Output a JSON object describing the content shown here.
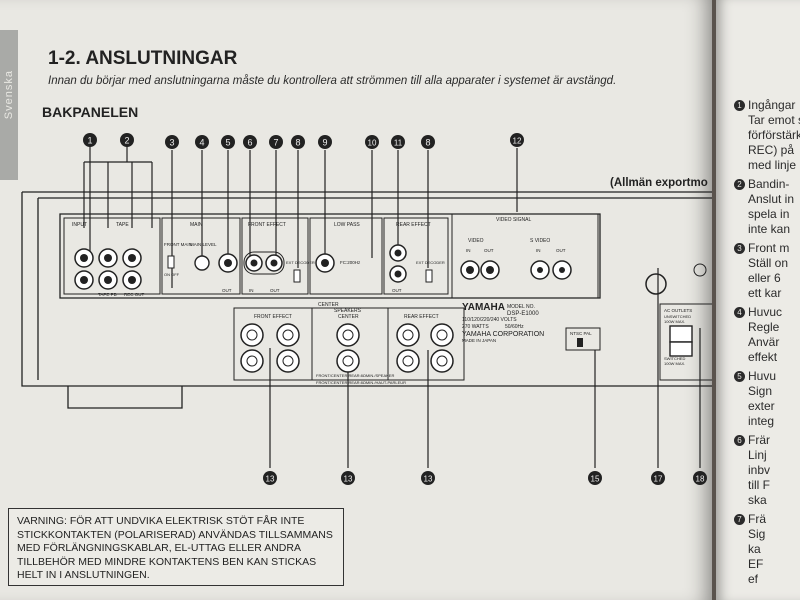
{
  "section_tab": "Svenska",
  "title": "1-2. ANSLUTNINGAR",
  "intro": "Innan du börjar med anslutningarna måste du kontrollera att strömmen till alla apparater i systemet är avstängd.",
  "subheading": "BAKPANELEN",
  "general_export": "(Allmän exportmo",
  "callout_numbers": [
    "1",
    "2",
    "3",
    "4",
    "5",
    "6",
    "7",
    "8",
    "9",
    "10",
    "11",
    "8",
    "12"
  ],
  "bottom_callouts": [
    "13",
    "13",
    "13",
    "15",
    "17",
    "18"
  ],
  "panel": {
    "input": "INPUT",
    "tape": "TAPE",
    "tape_pb": "TAPE PB",
    "rec_out": "REC OUT",
    "main": "MAIN",
    "front_main": "FRONT MAIN",
    "on_off": "ON OFF",
    "main_level": "MAIN LEVEL",
    "front_effect": "FRONT EFFECT",
    "in": "IN",
    "out": "OUT",
    "ext_decoder": "EXT DECODER",
    "low_pass": "LOW PASS",
    "low_pass_freq": "FC:200Hz",
    "center": "CENTER",
    "rear_effect": "REAR EFFECT",
    "video_signal": "VIDEO SIGNAL",
    "video": "VIDEO",
    "s_video": "S VIDEO",
    "speakers": "SPEAKERS",
    "front_effect_sp": "FRONT EFFECT",
    "center_sp": "CENTER",
    "rear_effect_sp": "REAR EFFECT",
    "sp_impedance_1": "FRONT/CENTER:REAR:8ΩMIN./SPEAKER",
    "sp_impedance_2": "FRONT/CENTER:REAR:8ΩMIN./HAUT-PARLEUR",
    "brand": "YAMAHA",
    "model_no": "MODEL NO.",
    "model": "DSP-E1000",
    "volts": "110/120/220/240 VOLTS",
    "watts": "270 WATTS",
    "hz": "50/60Hz",
    "corp": "YAMAHA CORPORATION",
    "made_in": "MADE IN JAPAN",
    "ntsc_pal": "NTSC PAL",
    "ac_outlets": "AC OUTLETS",
    "unswitched": "UNSWITCHED",
    "w100": "100W MAX.",
    "switched": "SWITCHED",
    "w100b": "100W MAX."
  },
  "warning": "VARNING: FÖR ATT UNDVIKA ELEKTRISK STÖT FÅR INTE STICKKONTAKTEN (POLARISERAD) ANVÄNDAS TILLSAMMANS MED FÖRLÄNGNINGSKABLAR, EL-UTTAG ELLER ANDRA TILLBEHÖR MED MINDRE KONTAKTENS BEN KAN STICKAS HELT IN I ANSLUTNINGEN.",
  "right_page": {
    "lines": [
      {
        "num": "1",
        "text": "Ingångar"
      },
      {
        "num": "",
        "text": "Tar emot s"
      },
      {
        "num": "",
        "text": "förförstärk"
      },
      {
        "num": "",
        "text": "REC) på"
      },
      {
        "num": "",
        "text": "med linje"
      },
      {
        "num": "2",
        "text": "Bandin-"
      },
      {
        "num": "",
        "text": "Anslut in"
      },
      {
        "num": "",
        "text": "spela in"
      },
      {
        "num": "",
        "text": "inte kan"
      },
      {
        "num": "3",
        "text": "Front m"
      },
      {
        "num": "",
        "text": "Ställ on"
      },
      {
        "num": "",
        "text": "eller 6"
      },
      {
        "num": "",
        "text": "ett kar"
      },
      {
        "num": "4",
        "text": "Huvuc"
      },
      {
        "num": "",
        "text": "Regle"
      },
      {
        "num": "",
        "text": "Anvär"
      },
      {
        "num": "",
        "text": "effekt"
      },
      {
        "num": "5",
        "text": "Huvu"
      },
      {
        "num": "",
        "text": "Sign"
      },
      {
        "num": "",
        "text": "exter"
      },
      {
        "num": "",
        "text": "integ"
      },
      {
        "num": "6",
        "text": "Frär"
      },
      {
        "num": "",
        "text": "Linj"
      },
      {
        "num": "",
        "text": "inbv"
      },
      {
        "num": "",
        "text": "till F"
      },
      {
        "num": "",
        "text": "ska"
      },
      {
        "num": "7",
        "text": "Frä"
      },
      {
        "num": "",
        "text": "Sig"
      },
      {
        "num": "",
        "text": "ka"
      },
      {
        "num": "",
        "text": "EF"
      },
      {
        "num": "",
        "text": "ef"
      }
    ]
  }
}
